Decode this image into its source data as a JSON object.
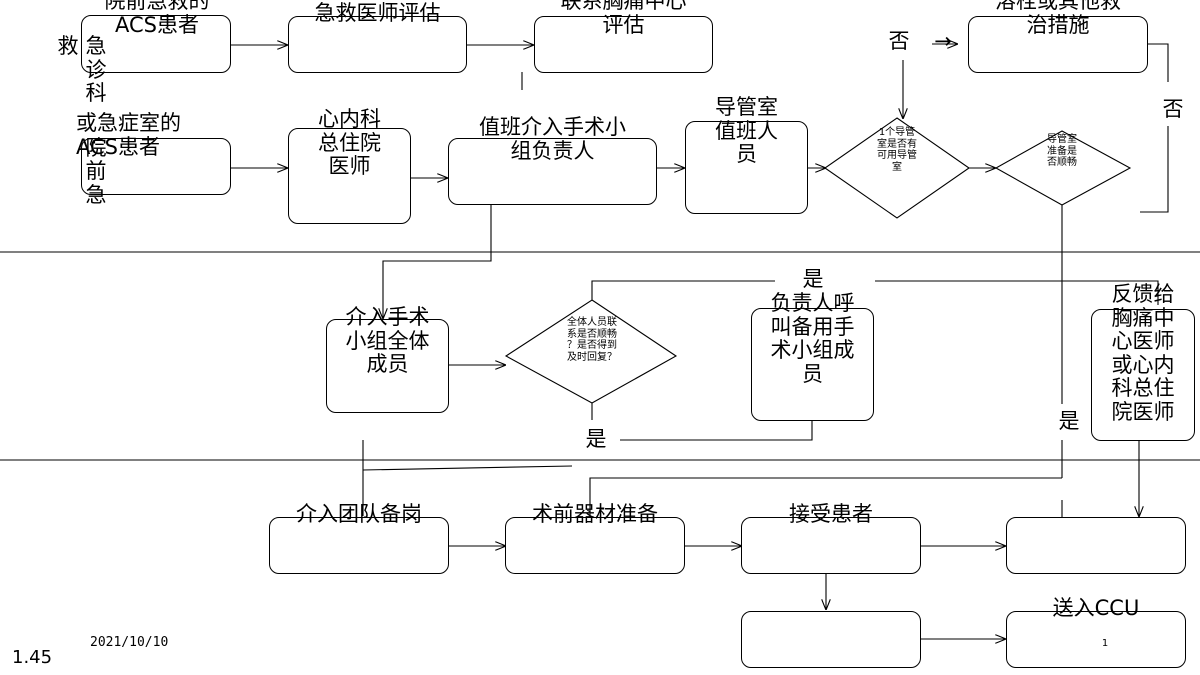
{
  "nodes": {
    "prehospital_acs": "院前急救的\nACS患者",
    "er_doctor_assess": "急救医师评估",
    "chest_pain_center": "联系胸痛中心\n评估",
    "thrombolysis": "溶栓或其他救\n治措施",
    "er_acs_patient": "或急症室的\nACS患者",
    "cardiology_resident": "心内科\n总住院\n医师",
    "duty_team_leader": "值班介入手术小\n组负责人",
    "cath_lab_staff": "导管室\n值班人\n员",
    "team_members": "介入手术\n小组全体\n成员",
    "leader_call_backup": "负责人呼\n叫备用手\n术小组成\n员",
    "feedback": "反馈给\n胸痛中\n心医师\n或心内\n科总住\n院医师",
    "team_standby": "介入团队备岗",
    "preop_prep": "术前器材准备",
    "receive_patient": "接受患者",
    "send_ccu": "送入CCU"
  },
  "side_labels": {
    "vertical_er": "急\n诊\n科",
    "vertical_jiu": "救",
    "vertical_yuan": "院",
    "vertical_qianji": "前\n急"
  },
  "decisions": {
    "cath_available": "1个导管\n室是否有\n可用导管\n室",
    "cath_ready": "导管室\n准备是\n否顺畅",
    "all_contacted": "全体人员联\n系是否顺畅\n？是否得到\n及时回复？"
  },
  "edge_labels": {
    "no_top": "否",
    "no_right": "否",
    "yes_middle": "是",
    "yes_right": "是",
    "yes_bottom": "是"
  },
  "footer": {
    "date": "2021/10/10",
    "page_number": "1",
    "version": "1.45"
  }
}
